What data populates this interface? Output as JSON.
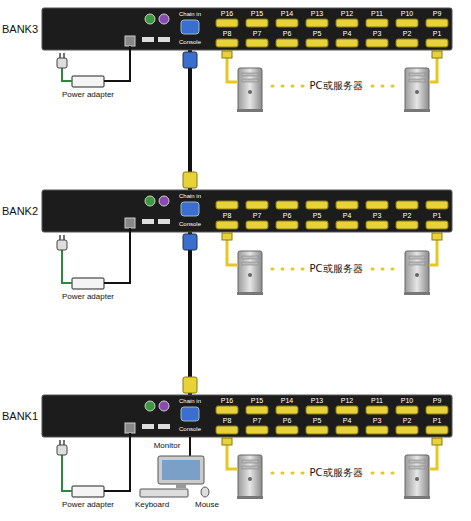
{
  "diagram": {
    "nodes": [
      {
        "text": [
          "BANK3"
        ]
      },
      {
        "text": [
          "BANK2"
        ]
      },
      {
        "text": [
          "BANK1"
        ]
      }
    ],
    "edges": [
      {
        "from": 0,
        "to": 1,
        "arrow": "none"
      },
      {
        "from": 1,
        "to": 2,
        "arrow": "none"
      }
    ],
    "labels": [
      "P16",
      "P15",
      "P14",
      "P13",
      "P12",
      "P11",
      "P10",
      "P9",
      "P8",
      "P7",
      "P6",
      "P5",
      "P4",
      "P3",
      "P2",
      "P1",
      "Chain in",
      "Console",
      "Power adapter",
      "PC或服务器",
      "P8",
      "P7",
      "P6",
      "P5",
      "P4",
      "P3",
      "P2",
      "P1",
      "Chain in",
      "Console",
      "Power adapter",
      "PC或服务器",
      "P16",
      "P15",
      "P14",
      "P13",
      "P12",
      "P11",
      "P10",
      "P9",
      "P8",
      "P7",
      "P6",
      "P5",
      "P4",
      "P3",
      "P2",
      "P1",
      "Chain in",
      "Console",
      "Power adapter",
      "PC或服务器",
      "Monitor",
      "Keyboard",
      "Mouse"
    ]
  }
}
